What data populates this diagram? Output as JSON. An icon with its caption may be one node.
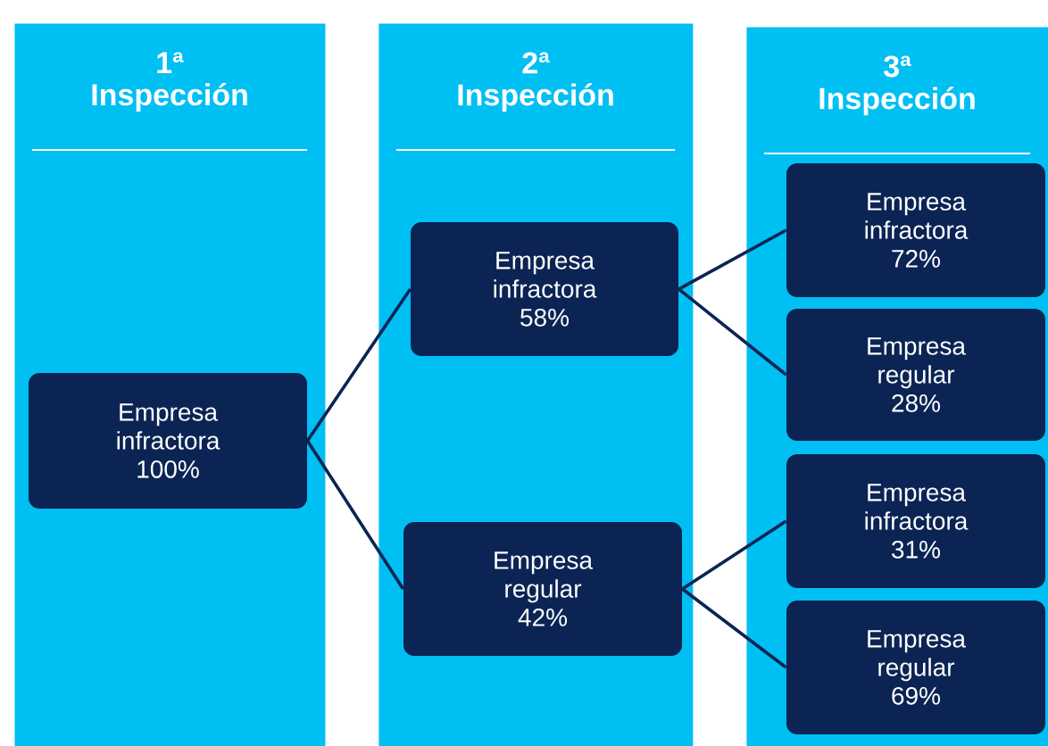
{
  "diagram": {
    "nodes": [
      {
        "text": [
          "1ª Inspección"
        ]
      },
      {
        "text": [
          "2ª Inspección"
        ]
      },
      {
        "text": [
          "3ª Inspección"
        ]
      },
      {
        "text": [
          "Empresa infractora 100%"
        ],
        "in": 0
      },
      {
        "text": [
          "Empresa infractora 58%"
        ],
        "in": 1
      },
      {
        "text": [
          "Empresa regular 42%"
        ],
        "in": 1
      },
      {
        "text": [
          "Empresa infractora 72%"
        ],
        "in": 2
      },
      {
        "text": [
          "Empresa regular 28%"
        ],
        "in": 2
      },
      {
        "text": [
          "Empresa infractora 31%"
        ],
        "in": 2
      },
      {
        "text": [
          "Empresa regular 69%"
        ],
        "in": 2
      }
    ],
    "edges": [
      {
        "from": 3,
        "to": 4,
        "arrow": "none"
      },
      {
        "from": 3,
        "to": 5,
        "arrow": "none"
      },
      {
        "from": 4,
        "to": 6,
        "arrow": "none"
      },
      {
        "from": 4,
        "to": 7,
        "arrow": "none"
      },
      {
        "from": 5,
        "to": 8,
        "arrow": "none"
      },
      {
        "from": 5,
        "to": 9,
        "arrow": "none"
      }
    ]
  }
}
